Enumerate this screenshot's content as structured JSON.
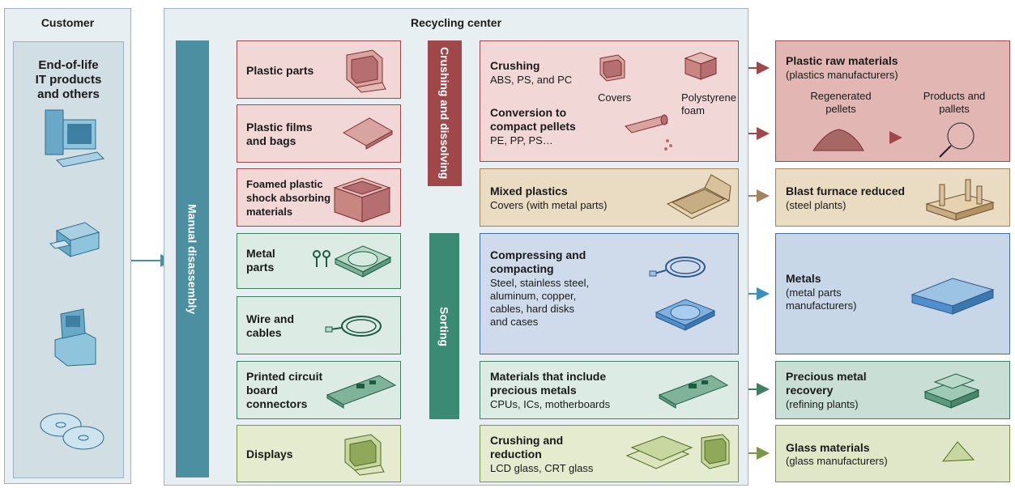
{
  "customer": {
    "title": "Customer",
    "products_label": "End-of-life\nIT products\nand others"
  },
  "center": {
    "title": "Recycling center"
  },
  "bars": {
    "manual": "Manual disassembly",
    "crushing": "Crushing and dissolving",
    "sorting": "Sorting"
  },
  "parts": {
    "plastic_parts": "Plastic parts",
    "plastic_films": "Plastic films\nand bags",
    "foamed": "Foamed plastic\nshock absorbing\nmaterials",
    "metal_parts": "Metal\nparts",
    "wire": "Wire and\ncables",
    "pcb": "Printed circuit\nboard\nconnectors",
    "displays": "Displays"
  },
  "processes": {
    "crushing_title": "Crushing",
    "crushing_sub": "ABS, PS, and PC",
    "conversion_title": "Conversion to\ncompact pellets",
    "conversion_sub": "PE, PP, PS…",
    "covers": "Covers",
    "polystyrene": "Polystyrene\nfoam",
    "mixed_title": "Mixed plastics",
    "mixed_sub": "Covers (with metal parts)",
    "compress_title": "Compressing and\ncompacting",
    "compress_sub": "Steel, stainless steel,\naluminum, copper,\ncables, hard disks\nand cases",
    "precious_title": "Materials that include\nprecious metals",
    "precious_sub": "CPUs, ICs, motherboards",
    "reduction_title": "Crushing and\nreduction",
    "reduction_sub": "LCD glass, CRT glass"
  },
  "outputs": {
    "plastic_raw_title": "Plastic raw materials",
    "plastic_raw_sub": "(plastics manufacturers)",
    "regenerated": "Regenerated\npellets",
    "products_pallets": "Products and\npallets",
    "blast_title": "Blast furnace reduced",
    "blast_sub": "(steel plants)",
    "metals_title": "Metals",
    "metals_sub": "(metal parts\nmanufacturers)",
    "precious_title": "Precious metal\nrecovery",
    "precious_sub": "(refining plants)",
    "glass_title": "Glass materials",
    "glass_sub": "(glass manufacturers)"
  },
  "icons": [
    "desktop-computer-icon",
    "copier-icon",
    "atm-icon",
    "discs-icon",
    "monitor-icon",
    "plastic-film-icon",
    "foam-box-icon",
    "keys-icon",
    "hard-disk-icon",
    "cable-icon",
    "circuit-board-icon",
    "crt-monitor-icon",
    "pellet-roller-icon",
    "pellet-pile-icon",
    "fan-icon",
    "factory-icon",
    "metal-beams-icon",
    "gold-bars-icon",
    "glass-pile-icon",
    "glass-panes-icon",
    "scanner-icon"
  ],
  "colors": {
    "plastic": "#a0474a",
    "mixed": "#a4835b",
    "metal": "#3f7f63",
    "metals_out": "#3a8fc0",
    "glass": "#7b9645",
    "manual_bar": "#4b8fa0",
    "crushing_bar": "#a0474a",
    "sorting_bar": "#3a8a74"
  }
}
